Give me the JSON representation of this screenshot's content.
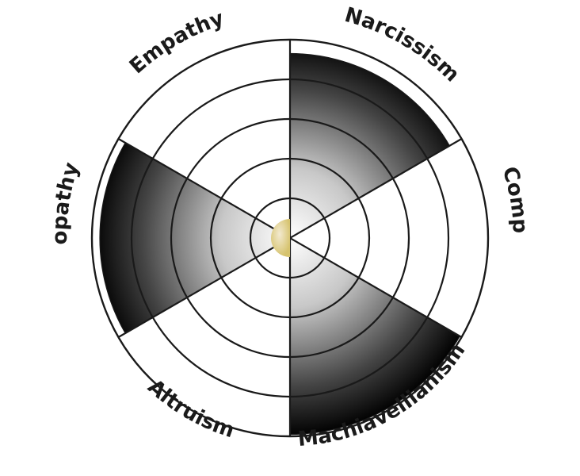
{
  "diagram": {
    "segments": [
      {
        "label": "Narcissism",
        "filled": true,
        "level": 0.93
      },
      {
        "label": "Compassion",
        "filled": false,
        "level": 0
      },
      {
        "label": "Machiavellianism",
        "filled": true,
        "level": 0.99
      },
      {
        "label": "Altruism",
        "filled": false,
        "level": 0
      },
      {
        "label": "Psychopathy",
        "filled": true,
        "level": 0.96
      },
      {
        "label": "Empathy",
        "filled": false,
        "level": 0
      }
    ],
    "ring_count": 5,
    "colors": {
      "fill_center": "#ffffff",
      "fill_edge": "#000000",
      "stroke": "#1a1a1a",
      "hub": "#d6c36e"
    }
  }
}
